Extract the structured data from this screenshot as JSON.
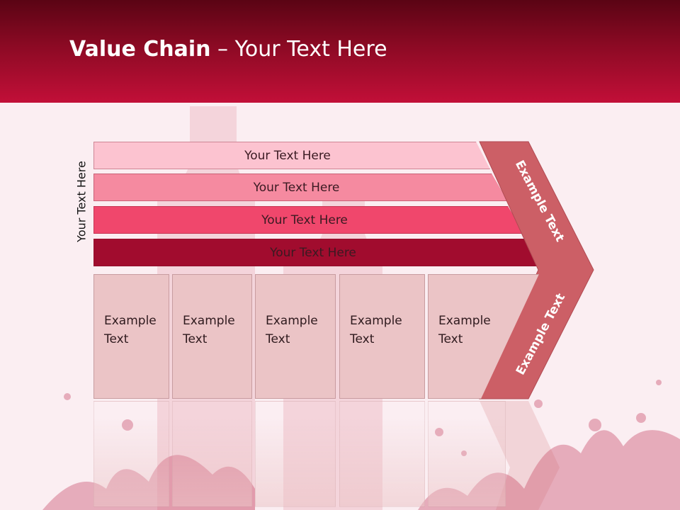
{
  "title": {
    "bold": "Value Chain",
    "rest": " – Your Text Here"
  },
  "side_label": "Your Text Here",
  "bars": [
    {
      "label": "Your Text Here",
      "color": "#fcc3d0"
    },
    {
      "label": "Your Text Here",
      "color": "#f58aa0"
    },
    {
      "label": "Your Text Here",
      "color": "#f0476c"
    },
    {
      "label": "Your Text Here",
      "color": "#a10c2e"
    }
  ],
  "boxes": [
    {
      "line1": "Example",
      "line2": "Text"
    },
    {
      "line1": "Example",
      "line2": "Text"
    },
    {
      "line1": "Example",
      "line2": "Text"
    },
    {
      "line1": "Example",
      "line2": "Text"
    },
    {
      "line1": "Example",
      "line2": "Text"
    }
  ],
  "arrow": {
    "top_text": "Example Text",
    "bottom_text": "Example Text",
    "color": "#cc5f66"
  }
}
